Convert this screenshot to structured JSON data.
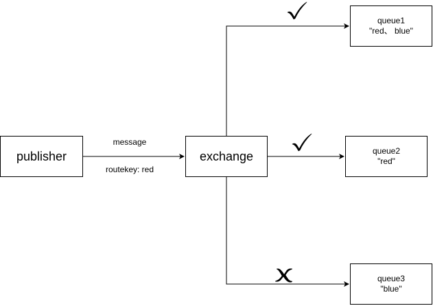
{
  "diagram": {
    "nodes": {
      "publisher": {
        "label": "publisher"
      },
      "exchange": {
        "label": "exchange"
      },
      "queue1": {
        "name": "queue1",
        "keys": "\"red、 blue\""
      },
      "queue2": {
        "name": "queue2",
        "keys": "\"red\""
      },
      "queue3": {
        "name": "queue3",
        "keys": "\"blue\""
      }
    },
    "edges": {
      "publisher_to_exchange": {
        "label_top": "message",
        "label_bottom": "routekey: red"
      },
      "exchange_to_queue1": {
        "result": "check-mark-icon"
      },
      "exchange_to_queue2": {
        "result": "check-mark-icon"
      },
      "exchange_to_queue3": {
        "result": "x-mark-icon"
      }
    }
  }
}
